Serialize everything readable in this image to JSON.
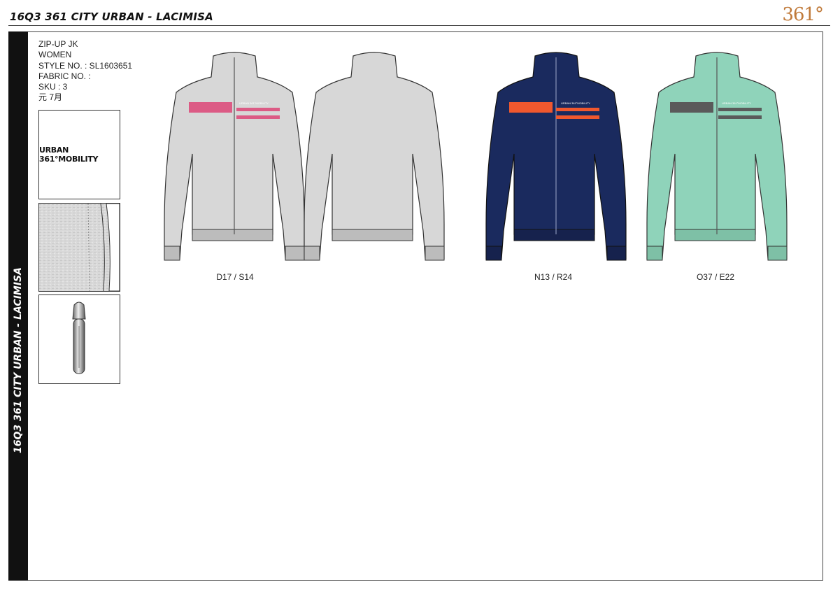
{
  "header": {
    "title": "16Q3 361 CITY URBAN - LACIMISA",
    "brand_logo": "361°"
  },
  "sidebar": {
    "title": "16Q3  361 CITY URBAN - LACIMISA"
  },
  "spec": {
    "product": "ZIP-UP JK",
    "gender": "WOMEN",
    "style_no": "STYLE NO. : SL1603651",
    "fabric_no": "FABRIC NO. :",
    "sku": "SKU : 3",
    "price_month": "元  7月"
  },
  "swatches": {
    "logo_text": "URBAN 361°MOBILITY"
  },
  "colorways": [
    {
      "code": "D17 / S14",
      "body": "#d7d7d7",
      "stripe": "#dc5b85",
      "rib": "#bcbcbc"
    },
    {
      "code": "N13 / R24",
      "body": "#1a2a5e",
      "stripe": "#f0582e",
      "rib": "#16224d"
    },
    {
      "code": "O37 / E22",
      "body": "#8fd3ba",
      "stripe": "#5a5a5a",
      "rib": "#7ec0a6"
    }
  ],
  "chest_print": "URBAN 361°MOBILITY"
}
